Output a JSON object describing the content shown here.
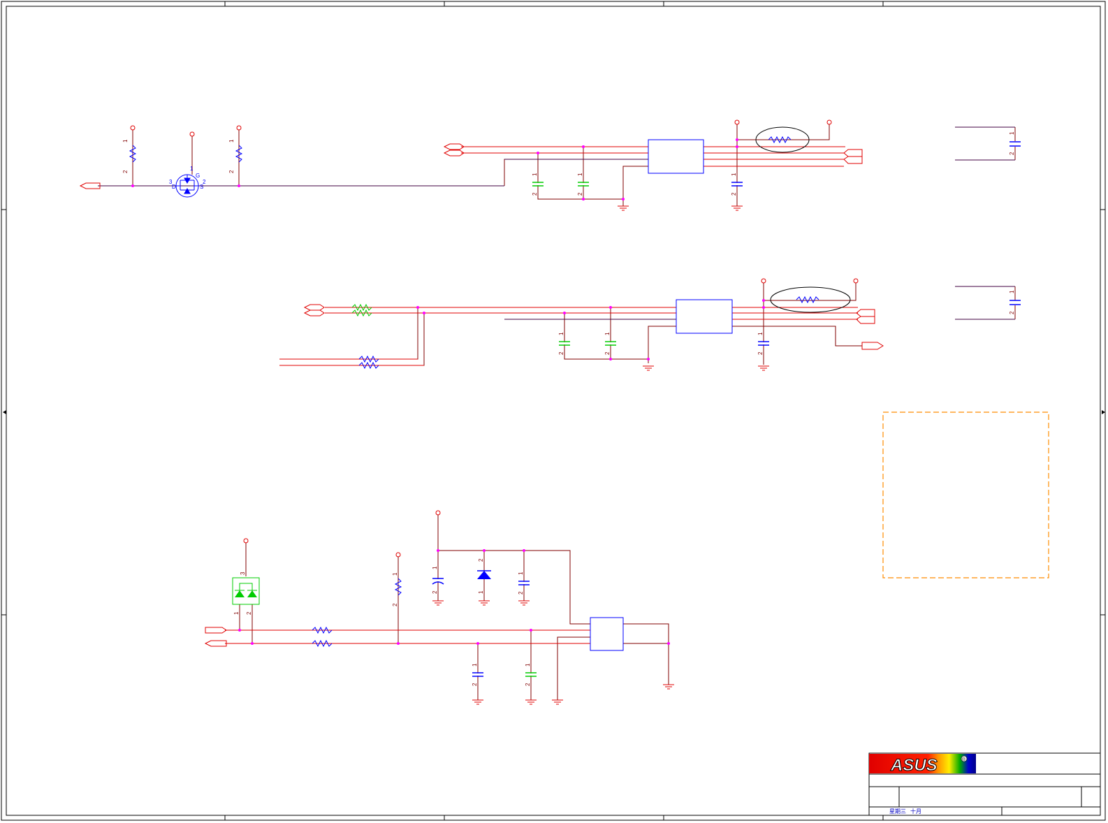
{
  "pin_labels": {
    "one": "1",
    "two": "2",
    "three": "3"
  },
  "mosfet_pins": {
    "g": "G",
    "d": "D",
    "s": "S",
    "one": "1",
    "two": "2",
    "three": "3"
  },
  "title_block": {
    "logo_text": "ASUS",
    "registered_mark": "®",
    "date_day": "星期三",
    "date_month": "十月"
  },
  "colors": {
    "wire": "#800000",
    "wire_red": "#e00000",
    "component": "#0000ff",
    "component_green": "#00cc00",
    "junction": "#ff00ff",
    "port": "#e00000",
    "note_box": "#ff8c00",
    "frame": "#000000"
  }
}
